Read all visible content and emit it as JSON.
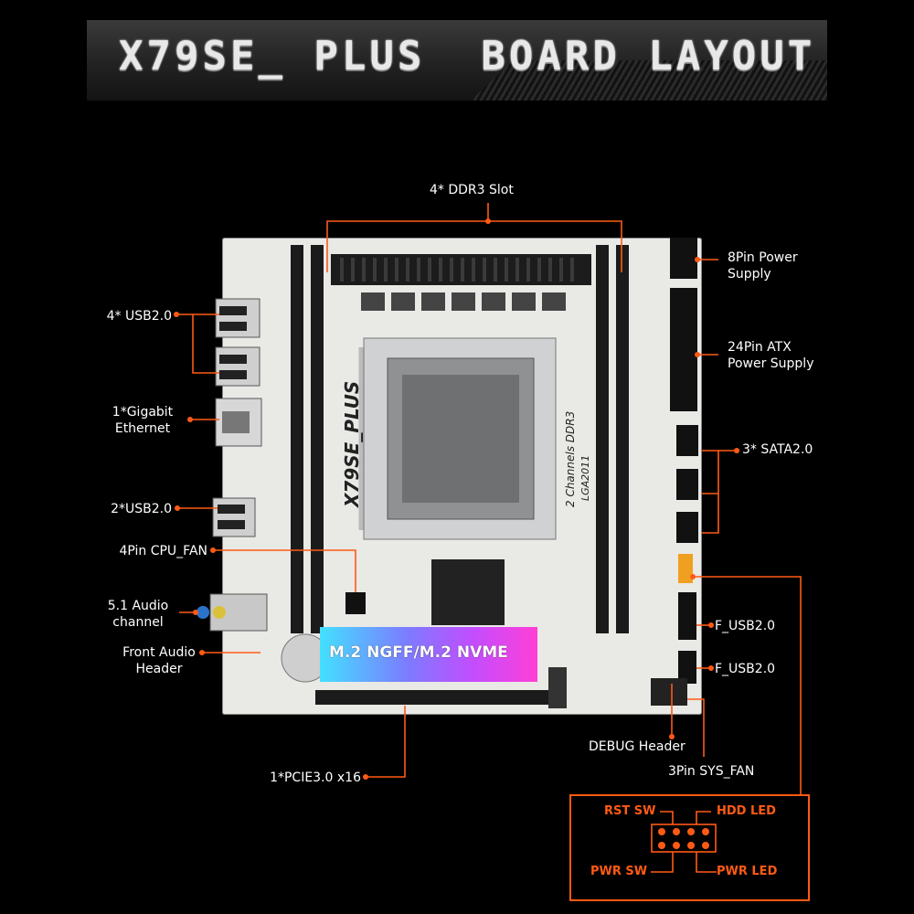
{
  "title": "X79SE_ PLUS  BOARD LAYOUT",
  "board_silk": {
    "model": "X79SE_PLUS",
    "mem_info": "2 Channels DDR3",
    "socket": "LGA2011"
  },
  "m2_label": "M.2 NGFF/M.2 NVME",
  "labels": {
    "ddr3": "4* DDR3 Slot",
    "power8": [
      "8Pin Power",
      "Supply"
    ],
    "atx24": [
      "24Pin ATX",
      "Power Supply"
    ],
    "sata": "3* SATA2.0",
    "fusb_1": "F_USB2.0",
    "fusb_2": "F_USB2.0",
    "debug": "DEBUG Header",
    "sysfan": "3Pin SYS_FAN",
    "usb_top": "4* USB2.0",
    "ethernet": [
      "1*Gigabit",
      "Ethernet"
    ],
    "usb_bottom": "2*USB2.0",
    "cpufan": "4Pin CPU_FAN",
    "audio": [
      "5.1 Audio",
      "channel"
    ],
    "front_audio": [
      "Front Audio",
      "Header"
    ],
    "pcie": "1*PCIE3.0 x16"
  },
  "front_panel": {
    "rst": "RST SW",
    "hdd": "HDD LED",
    "pwr_sw": "PWR SW",
    "pwr_led": "PWR LED"
  },
  "colors": {
    "accent": "#ff5a14",
    "board": "#e9e9e6",
    "background": "#000000"
  }
}
